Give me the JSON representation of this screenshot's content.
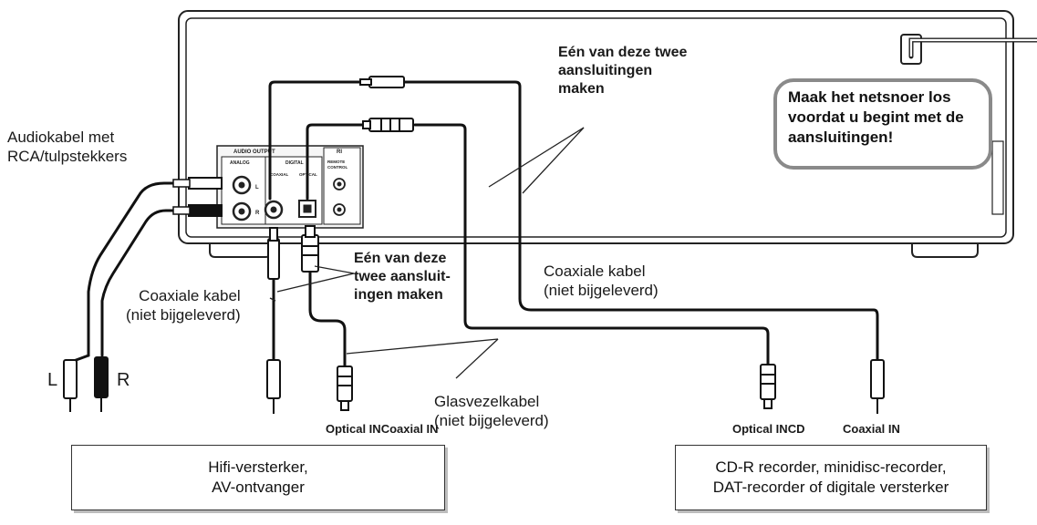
{
  "labels": {
    "audio_cable": [
      "Audiokabel met",
      "RCA/tulpstekkers"
    ],
    "connect_one_top": [
      "Eén van deze twee",
      "aansluitingen",
      "maken"
    ],
    "connect_one_mid": [
      "Eén van deze",
      "twee aansluit-",
      "ingen maken"
    ],
    "coax_left": [
      "Coaxiale kabel",
      "(niet bijgeleverd)"
    ],
    "coax_right": [
      "Coaxiale kabel",
      "(niet bijgeleverd)"
    ],
    "fiber": [
      "Glasvezelkabel",
      "(niet bijgeleverd)"
    ],
    "plug_l": "L",
    "plug_r": "R",
    "optical_in_left": "Optical IN",
    "coaxial_in_left": "Coaxial IN",
    "optical_in_right": "Optical IN",
    "cd_right": "CD",
    "coaxial_in_right": "Coaxial IN",
    "warning": [
      "Maak het netsnoer los",
      "voordat u begint met de",
      "aansluitingen!"
    ]
  },
  "panel": {
    "audio_output": "AUDIO OUTPUT",
    "analog": "ANALOG",
    "digital": "DIGITAL",
    "coaxial": "COAXIAL",
    "optical": "OPTICAL",
    "ri": "RI",
    "remote_control": [
      "REMOTE",
      "CONTROL"
    ],
    "ch_l": "L",
    "ch_r": "R"
  },
  "devices": {
    "amplifier": [
      "Hifi-versterker,",
      "AV-ontvanger"
    ],
    "recorder": [
      "CD-R recorder, minidisc-recorder,",
      "DAT-recorder of digitale versterker"
    ]
  }
}
